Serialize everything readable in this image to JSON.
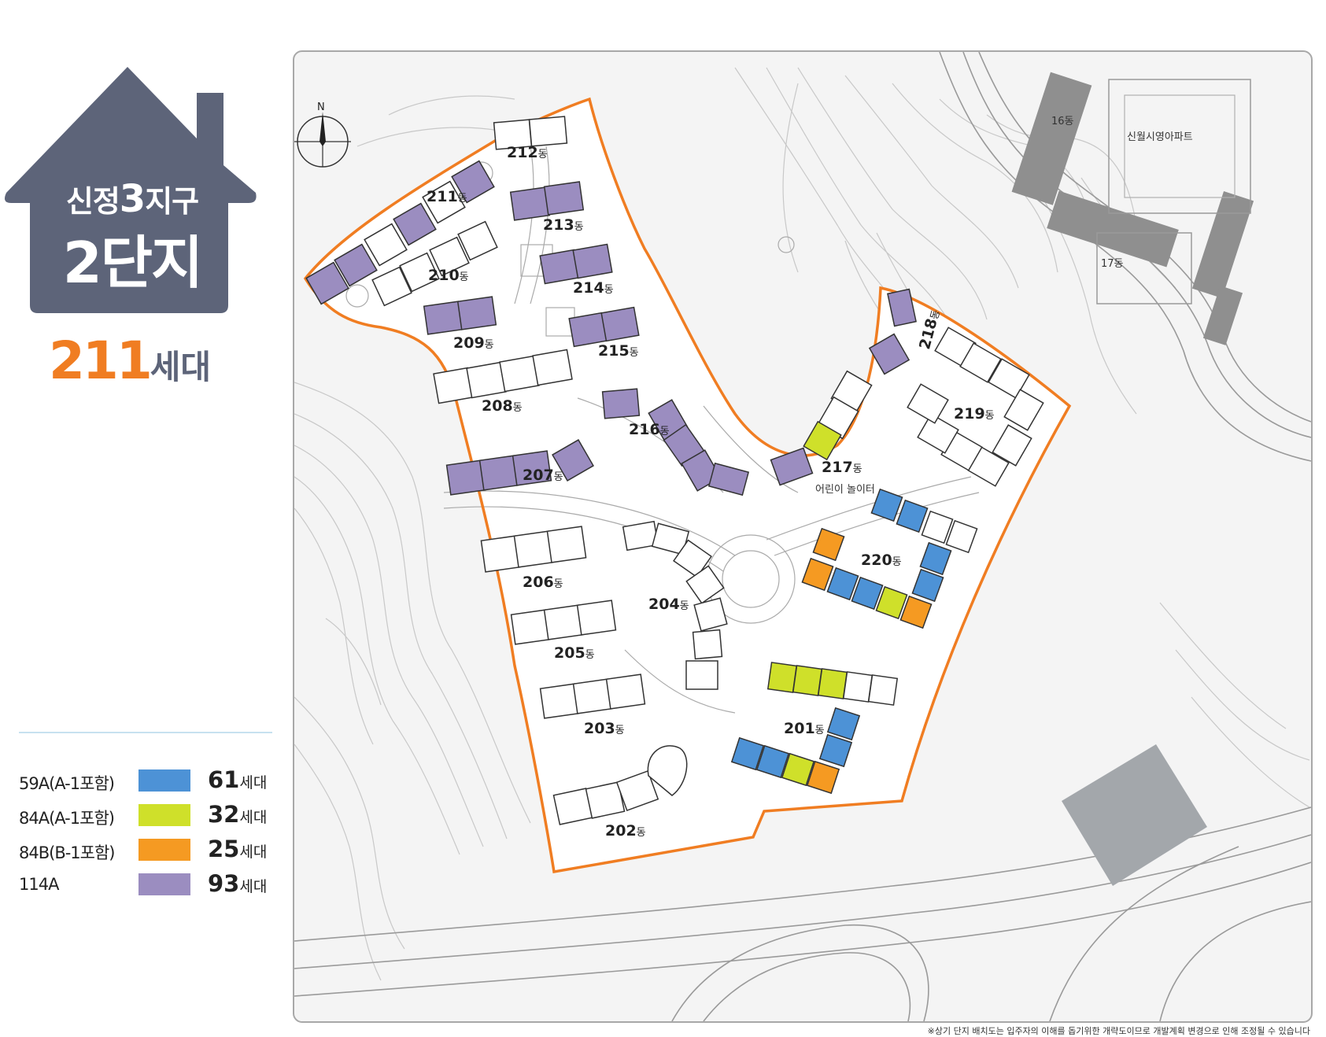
{
  "page_title": {
    "line1_a": "신정",
    "line1_num": "3",
    "line1_b": "지구",
    "line2": "2단지"
  },
  "households": {
    "count": "211",
    "unit": "세대"
  },
  "colors": {
    "house": "#5d6479",
    "boundary": "#f07d22",
    "accent_orange": "#f07d22",
    "type_59A": "#4d92d6",
    "type_84A": "#cfe02a",
    "type_84B": "#f59a22",
    "type_114A": "#9b8dc0"
  },
  "legend": [
    {
      "label": "59A(A-1포함)",
      "color": "#4d92d6",
      "count": "61",
      "unit": "세대"
    },
    {
      "label": "84A(A-1포함)",
      "color": "#cfe02a",
      "count": "32",
      "unit": "세대"
    },
    {
      "label": "84B(B-1포함)",
      "color": "#f59a22",
      "count": "25",
      "unit": "세대"
    },
    {
      "label": "114A",
      "color": "#9b8dc0",
      "count": "93",
      "unit": "세대"
    }
  ],
  "compass": {
    "north_label": "N"
  },
  "map": {
    "buildings": [
      {
        "id": "212",
        "suffix": "동"
      },
      {
        "id": "211",
        "suffix": "동"
      },
      {
        "id": "213",
        "suffix": "동"
      },
      {
        "id": "210",
        "suffix": "동"
      },
      {
        "id": "214",
        "suffix": "동"
      },
      {
        "id": "209",
        "suffix": "동"
      },
      {
        "id": "215",
        "suffix": "동"
      },
      {
        "id": "208",
        "suffix": "동"
      },
      {
        "id": "216",
        "suffix": "동"
      },
      {
        "id": "207",
        "suffix": "동"
      },
      {
        "id": "218",
        "suffix": "동"
      },
      {
        "id": "219",
        "suffix": "동"
      },
      {
        "id": "217",
        "suffix": "동"
      },
      {
        "id": "220",
        "suffix": "동"
      },
      {
        "id": "206",
        "suffix": "동"
      },
      {
        "id": "204",
        "suffix": "동"
      },
      {
        "id": "205",
        "suffix": "동"
      },
      {
        "id": "203",
        "suffix": "동"
      },
      {
        "id": "201",
        "suffix": "동"
      },
      {
        "id": "202",
        "suffix": "동"
      }
    ],
    "playground_label": "어린이 놀이터",
    "external_labels": [
      "16동",
      "신월시영아파트",
      "17동"
    ]
  },
  "footnote": "※상기 단지 배치도는 입주자의 이해를 돕기위한 개략도이므로 개발계획 변경으로 인해 조정될 수 있습니다"
}
